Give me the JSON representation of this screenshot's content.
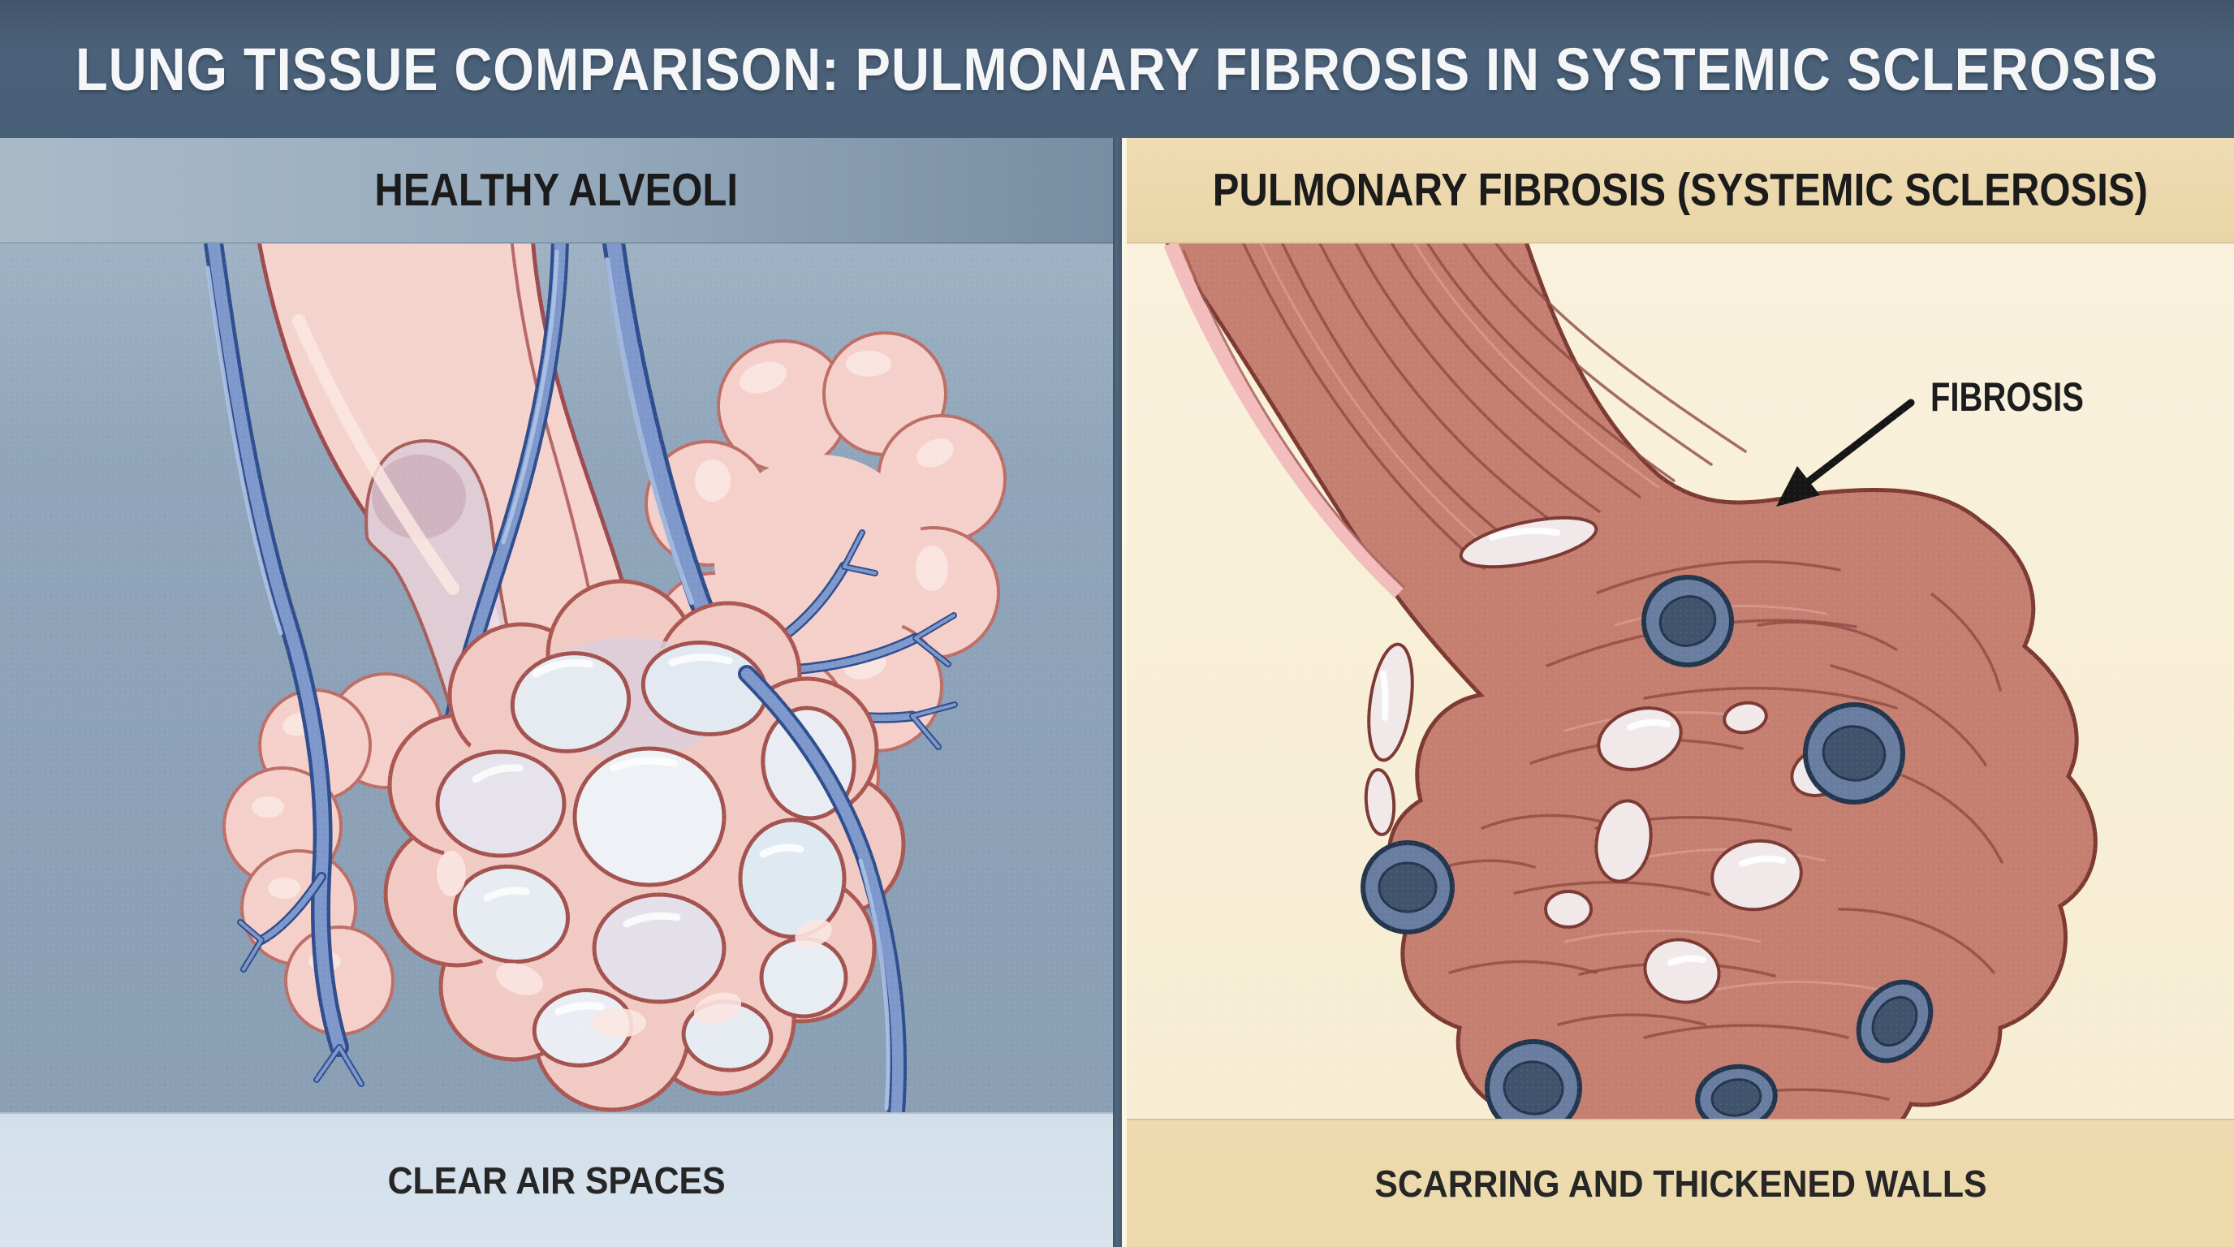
{
  "title": "LUNG TISSUE COMPARISON: PULMONARY FIBROSIS IN SYSTEMIC SCLEROSIS",
  "panels": {
    "left": {
      "header": "HEALTHY ALVEOLI",
      "caption": "CLEAR AIR SPACES"
    },
    "right": {
      "header": "PULMONARY FIBROSIS (SYSTEMIC SCLEROSIS)",
      "caption": "SCARRING AND THICKENED WALLS",
      "annotation_label": "FIBROSIS"
    }
  },
  "colors": {
    "title_bar": "#4a6078",
    "title_text": "#f4f6f8",
    "left_header_band": "#9fb1c2",
    "left_panel_bg": "#8ca1b7",
    "left_caption_band": "#d3dfea",
    "right_header_band": "#ebd8ac",
    "right_panel_bg": "#f8efd7",
    "right_caption_band": "#ecd9ac",
    "divider": "#4c6075",
    "heading_text": "#1b1b1b",
    "caption_text": "#262626",
    "healthy_tissue_pink": "#f5d3cd",
    "healthy_outline": "#9e4b50",
    "vessel_blue": "#7e98cb",
    "vessel_outline": "#2f4e8e",
    "air_space_blue_white": "#eef1f5",
    "fibrotic_tissue": "#c57f71",
    "fibrotic_outline": "#7c3a33",
    "fiber_lines": "#8d4a42",
    "nodule_ring": "#687d9f",
    "nodule_core": "#3f536c",
    "nodule_outline": "#23364e",
    "scar_air_space": "#f1e8ea",
    "annotation_arrow": "#161616"
  }
}
